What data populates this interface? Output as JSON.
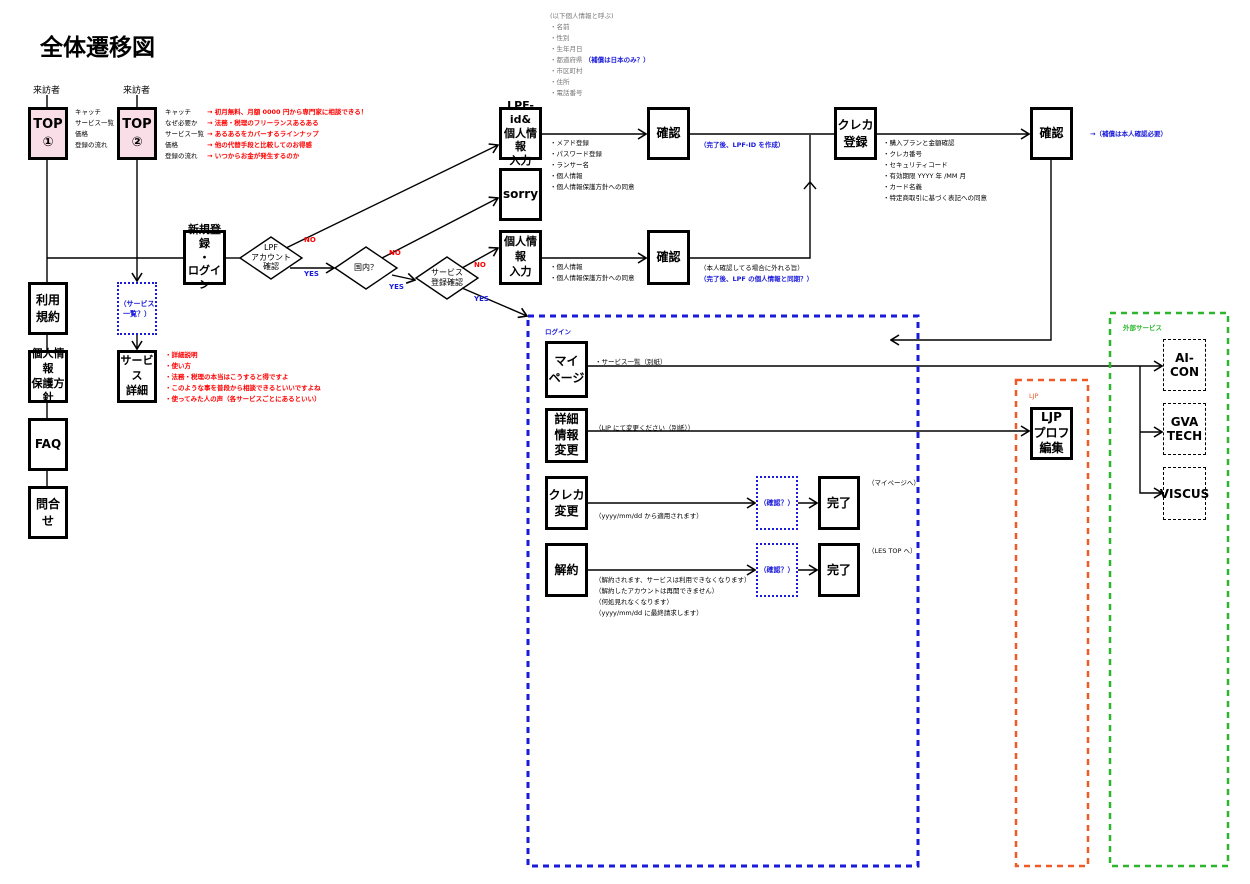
{
  "title": "全体遷移図",
  "colors": {
    "pink_fill": "#f9dde7",
    "blue": "#1a1adb",
    "red": "#ff0000",
    "orange": "#f05a28",
    "green": "#2db52d"
  },
  "visitor_label": "来訪者",
  "top1": {
    "label": "TOP\n①",
    "items": [
      "キャッチ",
      "サービス一覧",
      "価格",
      "登録の流れ"
    ]
  },
  "top2": {
    "label": "TOP\n②",
    "items": [
      "キャッチ",
      "なぜ必要か",
      "サービス一覧",
      "価格",
      "登録の流れ"
    ],
    "notes": [
      "→ 初月無料、月額 0000 円から専門家に相談できる！",
      "→ 法務・税理のフリーランスあるある",
      "→ あるあるをカバーするラインナップ",
      "→ 他の代替手段と比較してのお得感",
      "→ いつからお金が発生するのか"
    ]
  },
  "left_pages": [
    "利用\n規約",
    "個人情報\n保護方針",
    "FAQ",
    "問合せ"
  ],
  "service_list_tbd": "（サービス\n一覧？）",
  "service_detail": {
    "label": "サービス\n詳細",
    "notes": [
      "・詳細説明",
      "・使い方",
      "・法務・税理の本当はこうすると得ですよ",
      "・このような事を普段から相談できるといいですよね",
      "・使ってみた人の声（各サービスごとにあるといい）"
    ]
  },
  "signup": "新規登録\n・\nログイン",
  "diamonds": {
    "lpf": "LPF\nアカウント\n確認",
    "domestic": "国内？",
    "service": "サービス\n登録確認"
  },
  "yes": "YES",
  "no": "NO",
  "personal_info_def": {
    "header": "(以下個人情報と呼ぶ)",
    "items": [
      "・名前",
      "・性別",
      "・生年月日",
      "・都道府県",
      "・市区町村",
      "・住所",
      "・電話番号"
    ],
    "note": "（補償は日本のみ？）"
  },
  "lpf_input": {
    "label": "LPF-id&\n個人情報\n入力",
    "items": [
      "・メアド登録",
      "・パスワード登録",
      "・ランサー名",
      "・個人情報",
      "・個人情報保護方針への同意"
    ]
  },
  "sorry": "sorry",
  "personal_input": {
    "label": "個人情報\n入力",
    "items": [
      "・個人情報",
      "・個人情報保護方針への同意"
    ]
  },
  "confirm": "確認",
  "confirm1_note": "（完了後、LPF-ID を作成）",
  "confirm2_notes": [
    "（本人確認してる場合に外れる旨）",
    "（完了後、LPF の個人情報と同期？）"
  ],
  "card_register": {
    "label": "クレカ\n登録",
    "items": [
      "・購入プランと金額確認",
      "・クレカ番号",
      "・セキュリティコード",
      "・有効期限 YYYY 年 /MM 月",
      "・カード名義",
      "・特定商取引に基づく表記への同意"
    ]
  },
  "confirm3_note": "→（補償は本人確認必要）",
  "login": {
    "label": "ログイン",
    "mypage": {
      "label": "マイ\nページ",
      "note": "・サービス一覧（別紙）"
    },
    "detail_change": {
      "label": "詳細\n情報\n変更",
      "note": "（LJP にて変更ください（別紙））"
    },
    "card_change": {
      "label": "クレカ\n変更",
      "note": "（yyyy/mm/dd から適用されます）",
      "confirm": "（確認？）",
      "done": "完了",
      "after": "（マイページへ）"
    },
    "cancel": {
      "label": "解約",
      "notes": [
        "（解約されます、サービスは利用できなくなります）",
        "（解約したアカウントは再開できません）",
        "（何処見れなくなります）",
        "（yyyy/mm/dd に最終請求します）"
      ],
      "confirm": "（確認？）",
      "done": "完了",
      "after": "（LES TOP へ）"
    }
  },
  "ljp": {
    "label": "LJP",
    "box": "LJP\nプロフ\n編集"
  },
  "external": {
    "label": "外部サービス",
    "services": [
      "AI-CON",
      "GVA\nTECH",
      "VISCUS"
    ]
  }
}
